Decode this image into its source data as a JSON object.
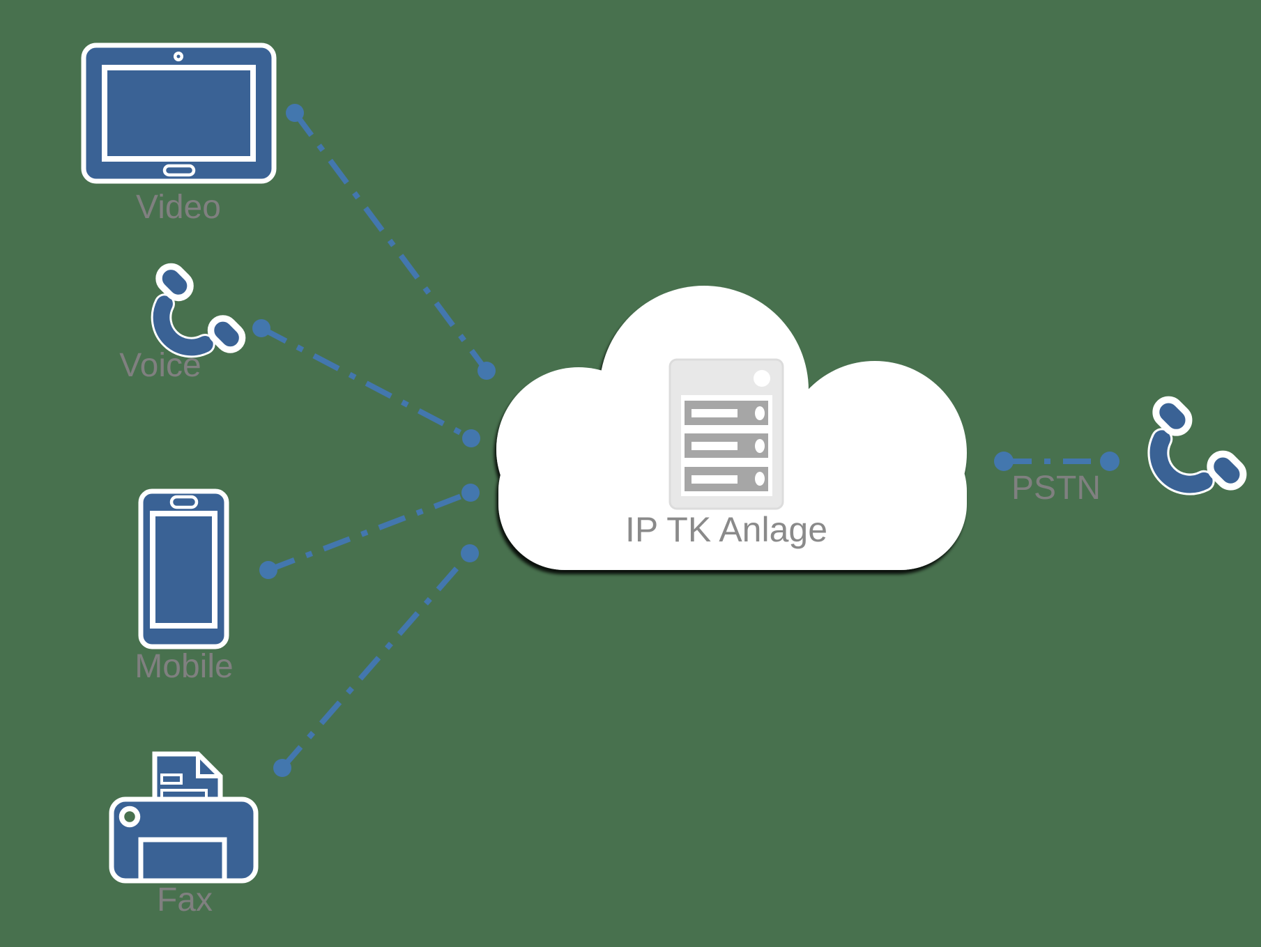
{
  "diagram": {
    "title": "IP telephony connectivity diagram",
    "background_color": "#48714e",
    "icon_color": "#3a6295",
    "connector_color": "#4377ae",
    "label_color": "#808080",
    "cloud_color": "#ffffff",
    "server_body_color": "#e8e8e8",
    "server_bar_color": "#a6a6a6",
    "connector_style": "dash-dot with round endpoint dots"
  },
  "nodes": {
    "video": {
      "label": "Video",
      "icon": "tablet-icon"
    },
    "voice": {
      "label": "Voice",
      "icon": "phone-handset-icon"
    },
    "mobile": {
      "label": "Mobile",
      "icon": "smartphone-icon"
    },
    "fax": {
      "label": "Fax",
      "icon": "fax-printer-icon"
    },
    "hub": {
      "label": "IP TK Anlage",
      "icon": "cloud-server-icon"
    },
    "pstn": {
      "label": "PSTN",
      "icon": "phone-handset-icon"
    }
  },
  "connections": [
    {
      "from": "video",
      "to": "hub",
      "style": "dash-dot"
    },
    {
      "from": "voice",
      "to": "hub",
      "style": "dash-dot"
    },
    {
      "from": "mobile",
      "to": "hub",
      "style": "dash-dot"
    },
    {
      "from": "fax",
      "to": "hub",
      "style": "dash-dot"
    },
    {
      "from": "hub",
      "to": "pstn",
      "style": "dash-dot"
    }
  ]
}
